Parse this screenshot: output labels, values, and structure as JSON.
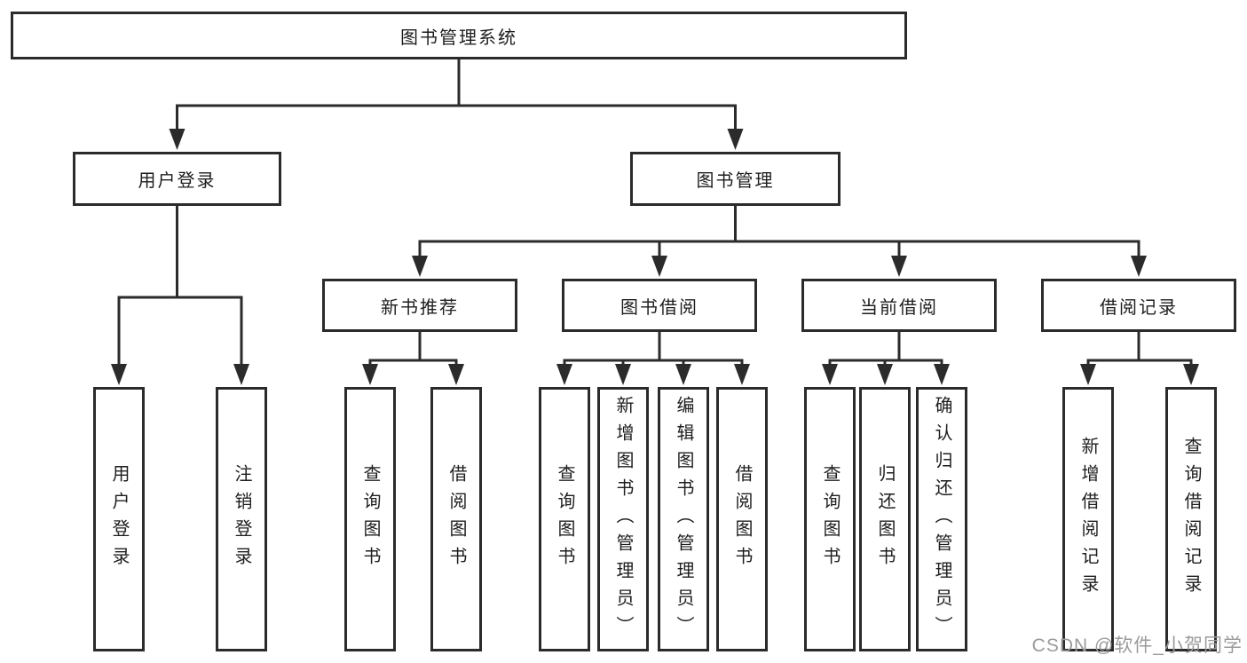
{
  "tree": {
    "root": {
      "label": "图书管理系统"
    },
    "children": [
      {
        "label": "用户登录",
        "children": [
          {
            "label": "用户登录"
          },
          {
            "label": "注销登录"
          }
        ]
      },
      {
        "label": "图书管理",
        "children": [
          {
            "label": "新书推荐",
            "children": [
              {
                "label": "查询图书"
              },
              {
                "label": "借阅图书"
              }
            ]
          },
          {
            "label": "图书借阅",
            "children": [
              {
                "label": "查询图书"
              },
              {
                "label": "新增图书（管理员）"
              },
              {
                "label": "编辑图书（管理员）"
              },
              {
                "label": "借阅图书"
              }
            ]
          },
          {
            "label": "当前借阅",
            "children": [
              {
                "label": "查询图书"
              },
              {
                "label": "归还图书"
              },
              {
                "label": "确认归还（管理员）"
              }
            ]
          },
          {
            "label": "借阅记录",
            "children": [
              {
                "label": "新增借阅记录"
              },
              {
                "label": "查询借阅记录"
              }
            ]
          }
        ]
      }
    ]
  },
  "watermark": {
    "text": "CSDN @软件_小贺同学"
  },
  "colors": {
    "line": "#2b2b2b",
    "box_border": "#2b2b2b",
    "text": "#1e1e1e",
    "watermark": "#9b9b9b",
    "background": "#ffffff"
  }
}
